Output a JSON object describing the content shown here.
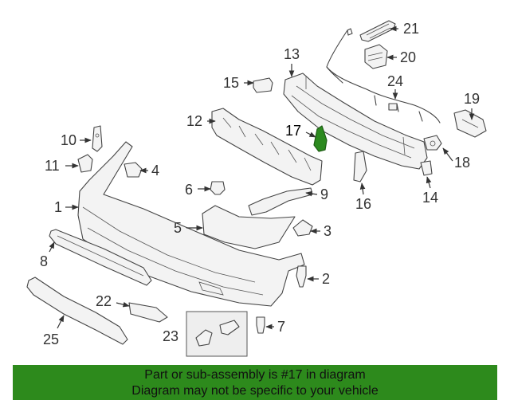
{
  "callouts": {
    "c1": "1",
    "c2": "2",
    "c3": "3",
    "c4": "4",
    "c5": "5",
    "c6": "6",
    "c7": "7",
    "c8": "8",
    "c9": "9",
    "c10": "10",
    "c11": "11",
    "c12": "12",
    "c13": "13",
    "c14": "14",
    "c15": "15",
    "c16": "16",
    "c17": "17",
    "c18": "18",
    "c19": "19",
    "c20": "20",
    "c21": "21",
    "c22": "22",
    "c23": "23",
    "c24": "24",
    "c25": "25"
  },
  "highlighted_part": "17",
  "colors": {
    "highlight": "#2c8a1f",
    "banner_bg": "#2d8a1c",
    "line": "#444444"
  },
  "banner": {
    "line1": "Part or sub-assembly is #17 in diagram",
    "line2": "Diagram may not be specific to your vehicle"
  }
}
